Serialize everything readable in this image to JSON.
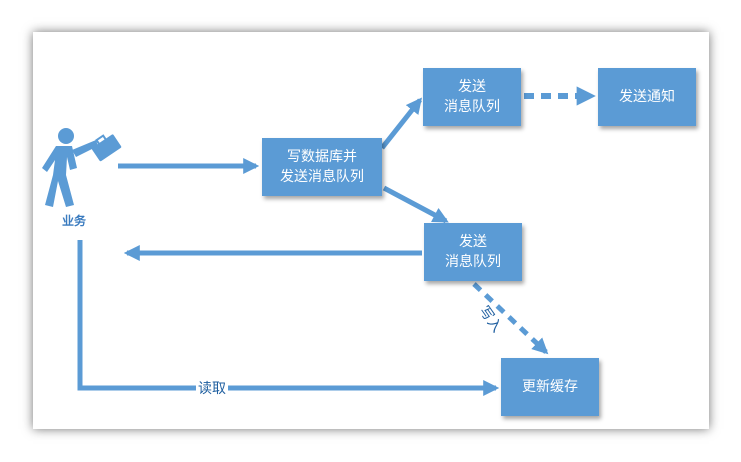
{
  "colors": {
    "node_fill": "#5b9bd5",
    "arrow": "#5b9bd5",
    "label_text": "#1f5fa0"
  },
  "actor": {
    "icon": "business-person-icon",
    "label": "业务"
  },
  "nodes": {
    "write_db": "写数据库并\n发送消息队列",
    "mq_top": "发送\n消息队列",
    "notify": "发送通知",
    "mq_mid": "发送\n消息队列",
    "cache": "更新缓存"
  },
  "edges": {
    "write_label": "写入",
    "read_label": "读取"
  }
}
